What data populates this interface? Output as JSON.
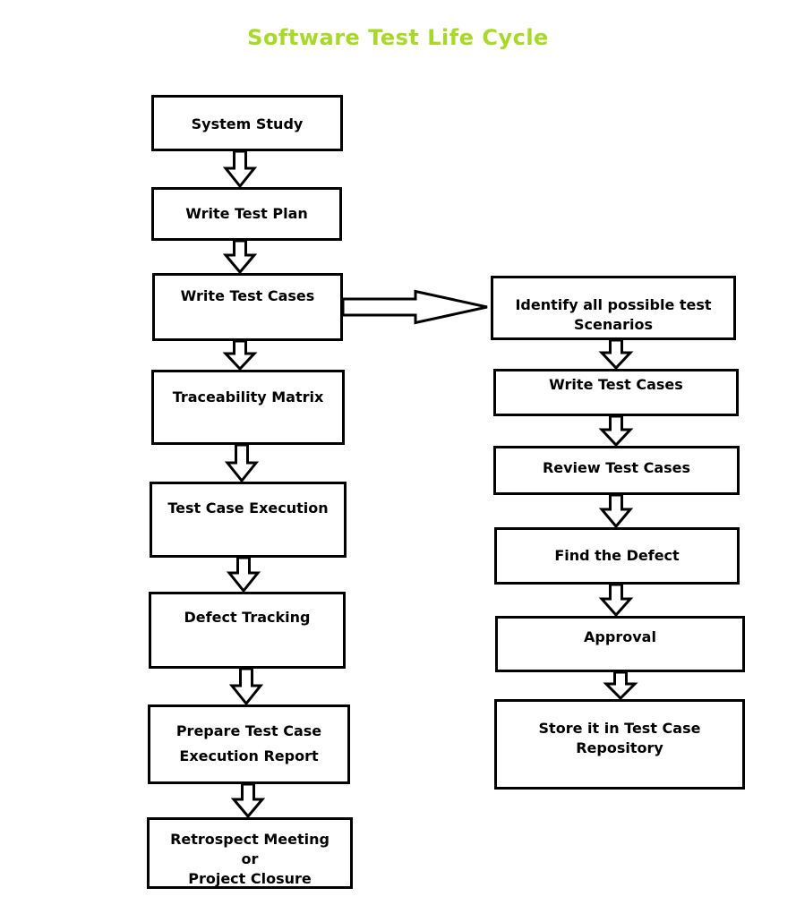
{
  "title": "Software Test Life Cycle",
  "colors": {
    "title": "#a8d828",
    "box_border": "#000000",
    "box_background": "#ffffff",
    "text": "#000000"
  },
  "left_flow": [
    {
      "lines": [
        "System Study"
      ]
    },
    {
      "lines": [
        "Write Test Plan"
      ]
    },
    {
      "lines": [
        "Write Test Cases"
      ]
    },
    {
      "lines": [
        "Traceability Matrix"
      ]
    },
    {
      "lines": [
        "Test Case Execution"
      ]
    },
    {
      "lines": [
        "Defect Tracking"
      ]
    },
    {
      "lines": [
        "Prepare Test Case",
        "Execution Report"
      ]
    },
    {
      "lines": [
        "Retrospect Meeting",
        "or",
        "Project Closure"
      ]
    }
  ],
  "right_flow": [
    {
      "lines": [
        "Identify all possible test",
        "Scenarios"
      ]
    },
    {
      "lines": [
        "Write Test Cases"
      ]
    },
    {
      "lines": [
        "Review Test Cases"
      ]
    },
    {
      "lines": [
        "Find the Defect"
      ]
    },
    {
      "lines": [
        "Approval"
      ]
    },
    {
      "lines": [
        "Store it in Test Case",
        "Repository"
      ]
    }
  ]
}
